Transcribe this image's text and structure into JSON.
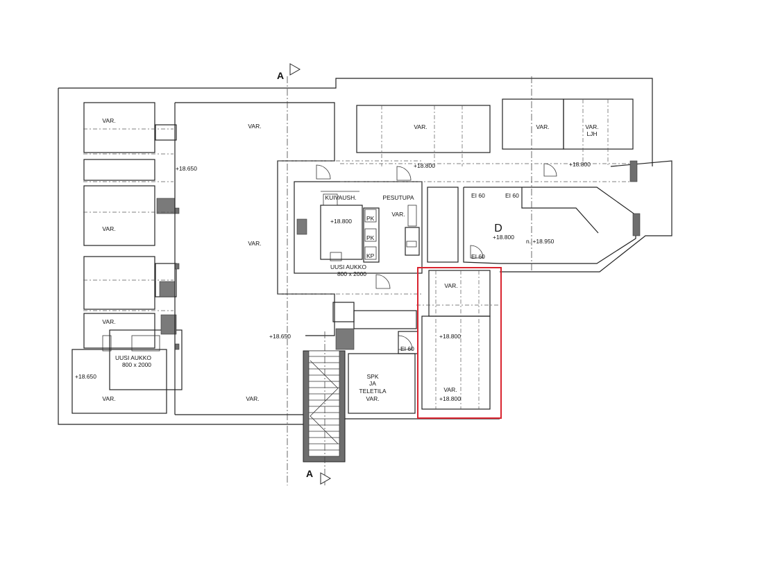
{
  "section_mark": "A",
  "rooms": {
    "var": "VAR.",
    "var_ljh_1": "VAR.",
    "var_ljh_2": "LJH",
    "kuivaush": "KUIVAUSH.",
    "pesutupa": "PESUTUPA",
    "d": "D",
    "spk_1": "SPK",
    "spk_2": "JA",
    "spk_3": "TELETILA",
    "spk_4": "VAR."
  },
  "openings": {
    "uusi_aukko": "UUSI AUKKO",
    "size": "800 x 2000"
  },
  "levels": {
    "l18650": "+18.650",
    "l18800": "+18.800",
    "l18950": "+18.950",
    "l18800_n": "n. +18.950"
  },
  "fire_doors": {
    "ei60": "EI 60"
  },
  "tags": {
    "pk": "PK",
    "kp": "KP"
  }
}
